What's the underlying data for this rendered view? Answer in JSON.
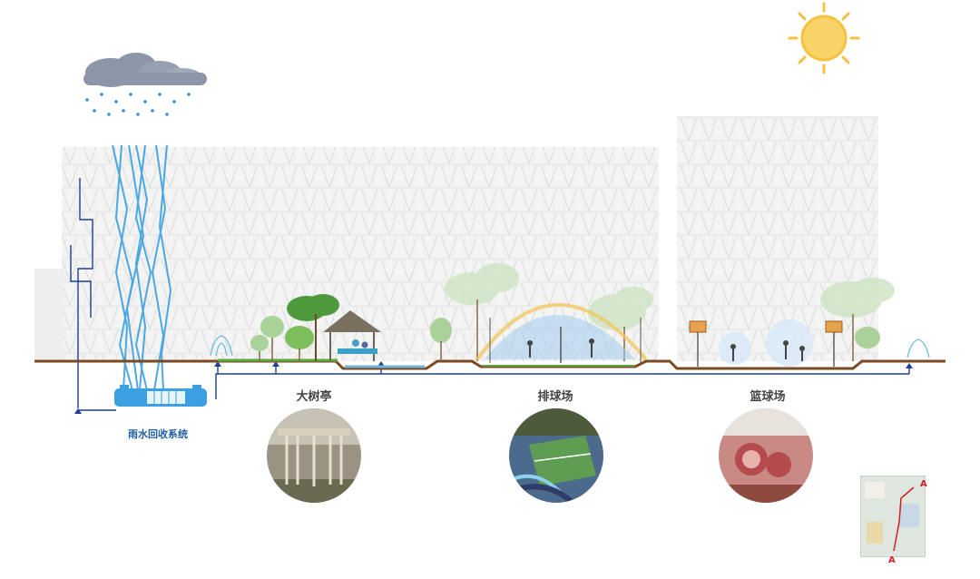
{
  "labels": {
    "rain_system": "雨水回收系统",
    "pavilion": "大树亭",
    "volleyball": "排球场",
    "basketball": "篮球场"
  },
  "key_plan": {
    "marker_top": "A",
    "marker_bottom": "A"
  },
  "colors": {
    "water": "#3aa0e0",
    "pipe": "#1c3f9a",
    "ground": "#7a4a22",
    "grass": "#5aa83a",
    "sun": "#f6c23e",
    "cloud": "#8c96a8",
    "building": "#e4e6e4",
    "marker": "#d21f1f"
  },
  "icons": [
    "cloud-icon",
    "sun-icon",
    "rain-tank-icon",
    "fountain-icon"
  ]
}
